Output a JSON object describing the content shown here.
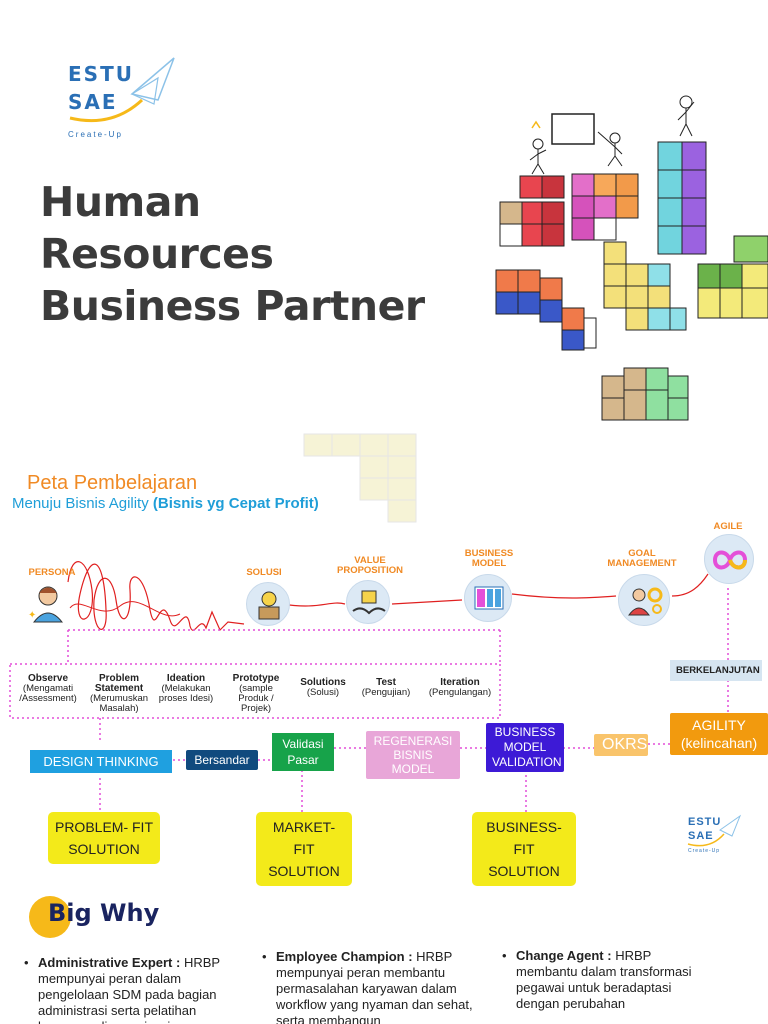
{
  "logo": {
    "line1": "ESTU",
    "line2": "SAE",
    "tagline": "Create-Up"
  },
  "title": {
    "line1": "Human",
    "line2": "Resources",
    "line3": "Business Partner"
  },
  "roadmap": {
    "heading": "Peta Pembelajaran",
    "subheading": "Menuju Bisnis Agility",
    "subheading_bold": "(Bisnis yg Cepat Profit)"
  },
  "stages": {
    "persona": "PERSONA",
    "solusi": "SOLUSI",
    "value_prop": "VALUE PROPOSITION",
    "business_model": "BUSINESS MODEL",
    "goal": "GOAL MANAGEMENT",
    "agile": "AGILE"
  },
  "steps": [
    {
      "title": "Observe",
      "desc": "(Mengamati /Assessment)"
    },
    {
      "title": "Problem Statement",
      "desc": "(Merumuskan Masalah)"
    },
    {
      "title": "Ideation",
      "desc": "(Melakukan proses Idesi)"
    },
    {
      "title": "Prototype",
      "desc": "(sample Produk / Projek)"
    },
    {
      "title": "Solutions",
      "desc": "(Solusi)"
    },
    {
      "title": "Test",
      "desc": "(Pengujian)"
    },
    {
      "title": "Iteration",
      "desc": "(Pengulangan)"
    }
  ],
  "flow": {
    "design_thinking": "DESIGN THINKING",
    "bersandar": "Bersandar",
    "validasi": "Validasi Pasar",
    "regenerasi": "REGENERASI BISNIS MODEL",
    "bmv": "BUSINESS MODEL VALIDATION",
    "okrs": "OKRS",
    "agility": "AGILITY",
    "agility_sub": "(kelincahan)",
    "berkelanjutan": "BERKELANJUTAN"
  },
  "fits": {
    "problem": [
      "PROBLEM- FIT",
      "SOLUTION"
    ],
    "market": [
      "MARKET- FIT",
      "SOLUTION"
    ],
    "business": [
      "BUSINESS-",
      "FIT SOLUTION"
    ]
  },
  "big_why": {
    "title": "Big Why",
    "items": [
      {
        "label": "Administrative Expert :",
        "text": "HRBP mempunyai peran dalam pengelolaan SDM pada bagian administrasi serta pelatihan karyawan di organisasi"
      },
      {
        "label": "Employee Champion :",
        "text": "HRBP mempunyai peran membantu permasalahan karyawan dalam workflow yang nyaman dan sehat, serta membangun"
      },
      {
        "label": "Change Agent :",
        "text": "HRBP membantu dalam transformasi pegawai untuk beradaptasi dengan perubahan"
      }
    ]
  },
  "colors": {
    "orange": "#f08a24",
    "blue": "#1fa0e0",
    "navy": "#104a7e",
    "green": "#17a34a",
    "yellow": "#f3ea1a",
    "purple": "#3d1ad6",
    "pink_dotted": "#e44fd8"
  },
  "icons": [
    "paper-plane-icon",
    "persona-avatar-icon",
    "lightbulb-box-icon",
    "hands-box-icon",
    "business-model-canvas-icon",
    "goal-person-gears-icon",
    "infinity-icon",
    "stick-figure-blocks-illustration"
  ]
}
